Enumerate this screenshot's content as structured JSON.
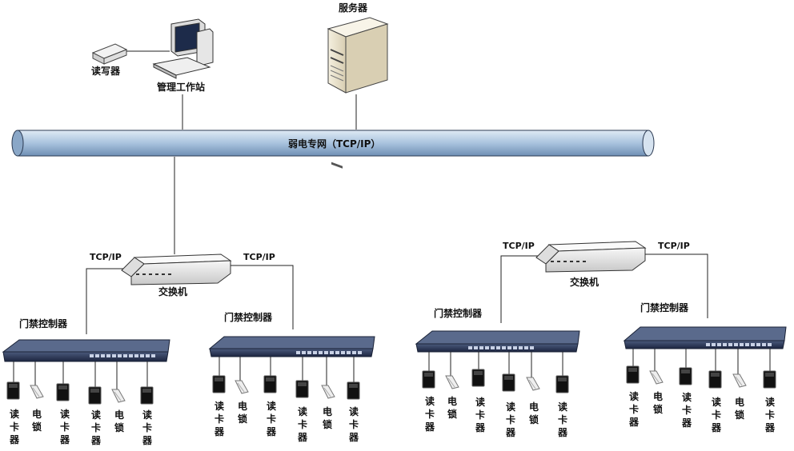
{
  "labels": {
    "server": "服务器",
    "reader_writer": "读写器",
    "workstation": "管理工作站",
    "network": "弱电专网（TCP/IP）",
    "tcpip": "TCP/IP",
    "switch": "交换机",
    "controller": "门禁控制器",
    "card_reader": "读卡器",
    "elock": "电锁"
  },
  "colors": {
    "pipe": "#b8cfe4",
    "pipe_edge": "#2b3a52",
    "device_dark": "#1f2a44",
    "device_panel": "#3a4868",
    "server_body": "#efe8d3",
    "switch_body": "#eeeeee"
  }
}
